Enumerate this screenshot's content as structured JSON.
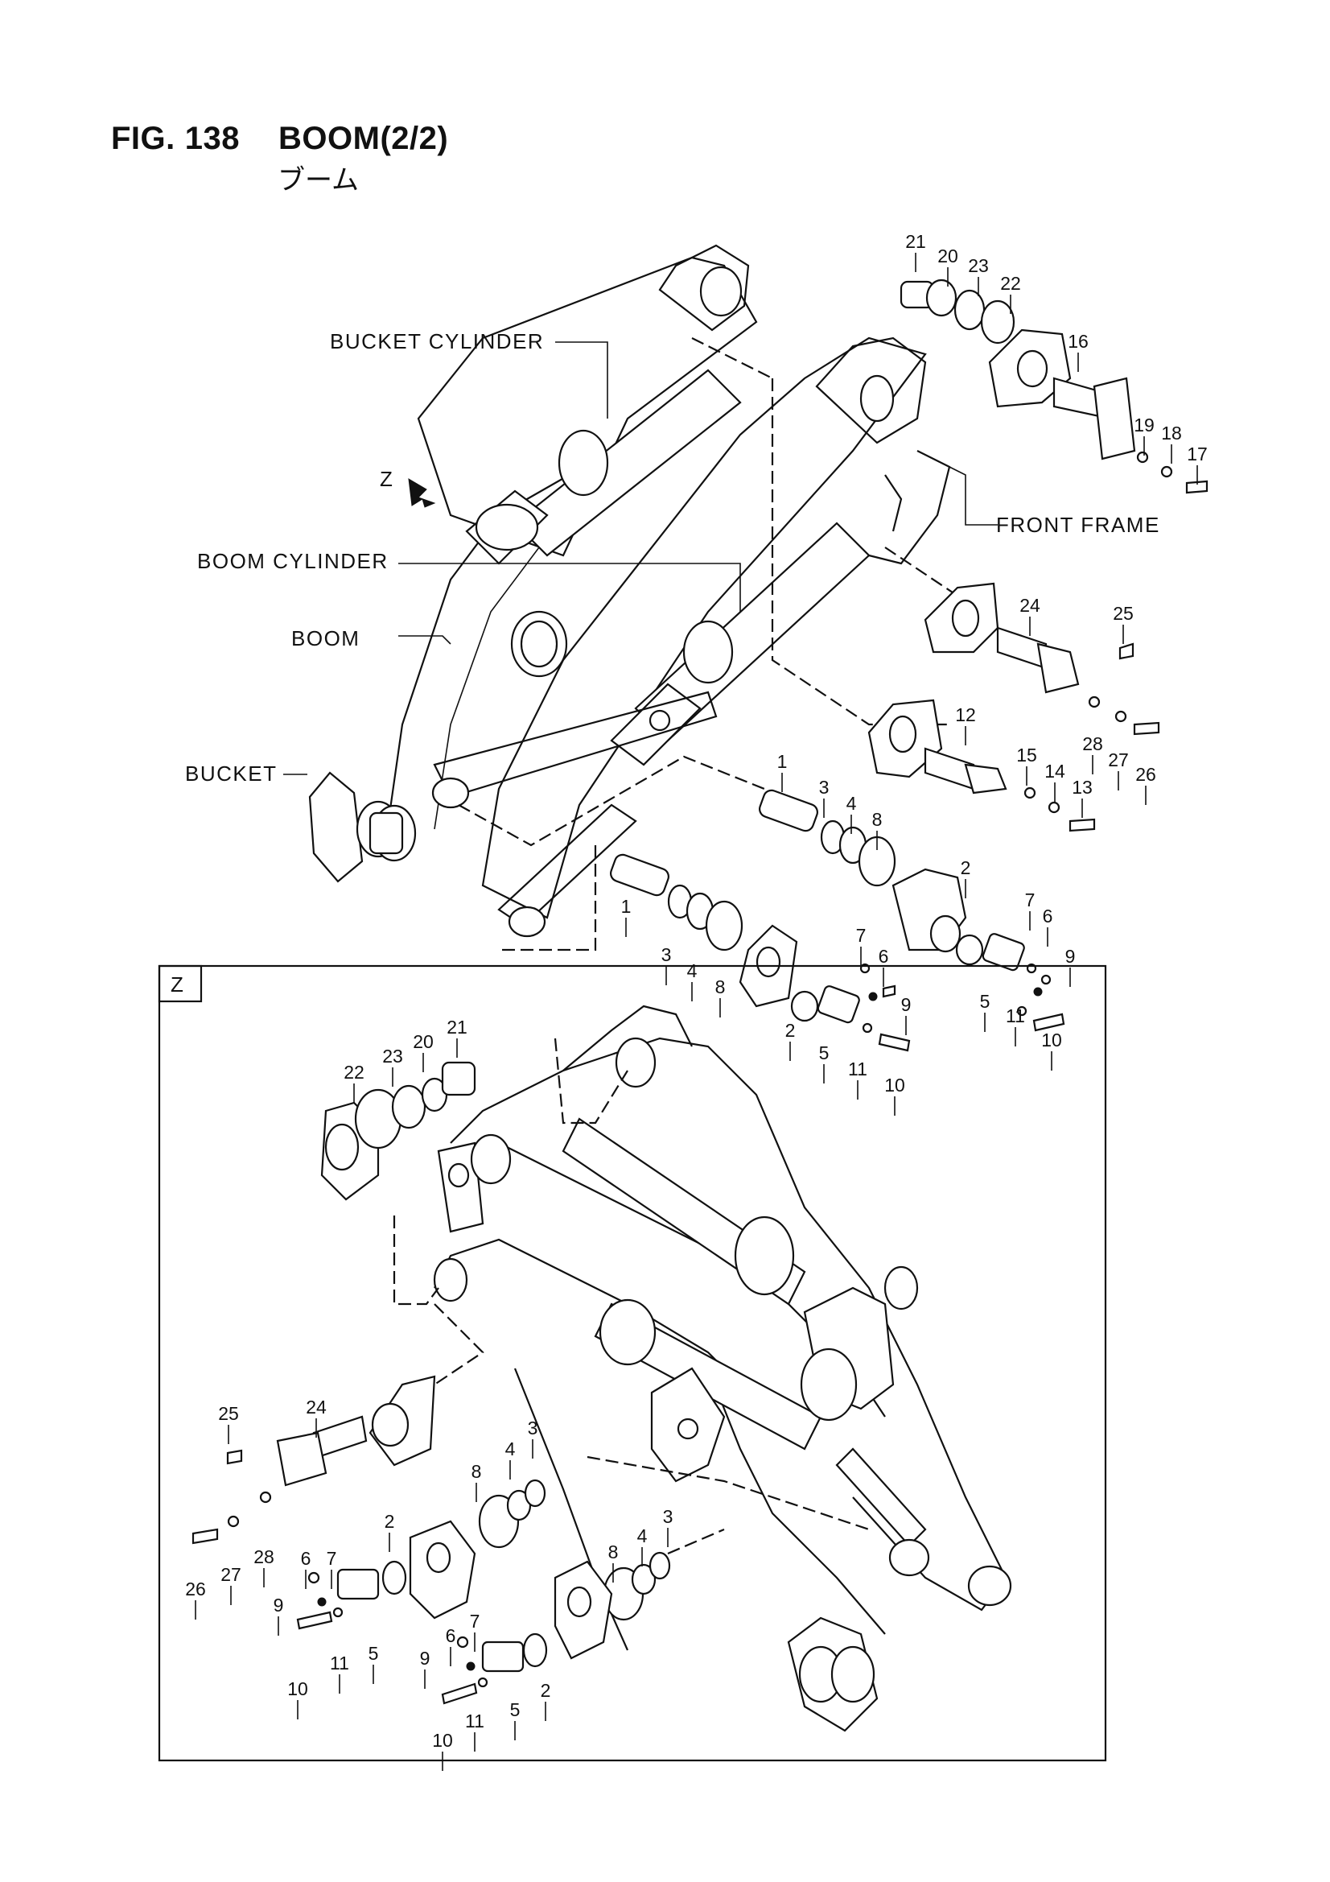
{
  "figure": {
    "prefix": "FIG.",
    "number": "138",
    "title": "BOOM(2/2)",
    "subtitle": "ブーム"
  },
  "labels": {
    "bucket_cylinder": "BUCKET CYLINDER",
    "front_frame": "FRONT FRAME",
    "boom_cylinder": "BOOM CYLINDER",
    "boom": "BOOM",
    "bucket": "BUCKET",
    "view_z": "Z",
    "detail_box": "Z"
  },
  "callouts": [
    "21",
    "20",
    "23",
    "22",
    "16",
    "19",
    "18",
    "17",
    "24",
    "25",
    "28",
    "27",
    "26",
    "12",
    "15",
    "14",
    "13",
    "1",
    "3",
    "4",
    "8",
    "2",
    "7",
    "6",
    "9",
    "5",
    "11",
    "10",
    "1",
    "3",
    "4",
    "8",
    "7",
    "6",
    "9",
    "2",
    "5",
    "11",
    "10",
    "21",
    "22",
    "23",
    "20",
    "25",
    "24",
    "28",
    "27",
    "26",
    "8",
    "4",
    "3",
    "2",
    "6",
    "7",
    "9",
    "10",
    "11",
    "5",
    "8",
    "4",
    "3",
    "7",
    "6",
    "9",
    "2",
    "5",
    "11",
    "10"
  ]
}
